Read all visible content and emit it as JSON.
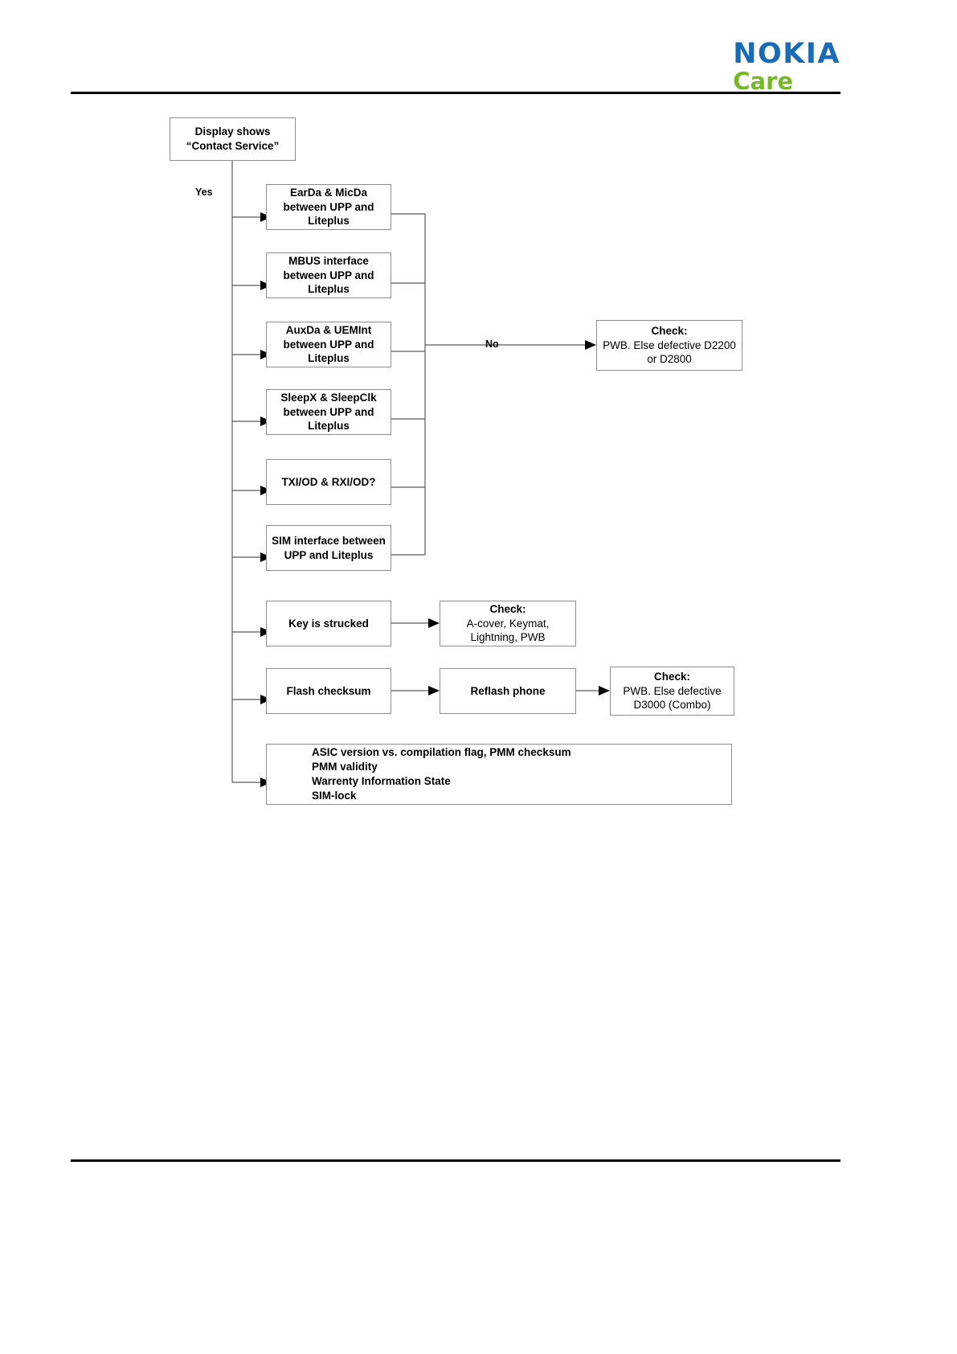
{
  "header": {
    "brand_primary": "NOKIA",
    "brand_secondary": "Care",
    "brand_primary_color": "#1a6bb5",
    "brand_secondary_color": "#76b82a"
  },
  "diagram": {
    "title": "Contact Service troubleshooting flow",
    "edge_labels": {
      "yes": "Yes",
      "no": "No"
    },
    "nodes": {
      "start": {
        "line1": "Display shows",
        "line2": "“Contact Service”"
      },
      "earda": {
        "line1": "EarDa & MicDa",
        "line2": "between",
        "line3": "UPP and Liteplus"
      },
      "mbus": {
        "line1": "MBUS interface",
        "line2": "between",
        "line3": "UPP and Liteplus"
      },
      "auxda": {
        "line1": "AuxDa & UEMInt",
        "line2": "between",
        "line3": "UPP and Liteplus"
      },
      "sleepx": {
        "line1": "SleepX & SleepClk",
        "line2": "between UPP and",
        "line3": "Liteplus"
      },
      "txi": {
        "line1": "TXI/OD & RXI/OD?"
      },
      "sim": {
        "line1": "SIM interface",
        "line2": "between",
        "line3": "UPP and Liteplus"
      },
      "check_d2200": {
        "title": "Check:",
        "line1": "PWB. Else defective D2200",
        "line2": "or D2800"
      },
      "key_strucked": {
        "line1": "Key is strucked"
      },
      "check_acover": {
        "title": "Check:",
        "line1": "A-cover, Keymat,",
        "line2": "Lightning, PWB"
      },
      "flash_checksum": {
        "line1": "Flash checksum"
      },
      "reflash": {
        "line1": "Reflash phone"
      },
      "check_d3000": {
        "title": "Check:",
        "line1": "PWB. Else defective",
        "line2": "D3000 (Combo)"
      },
      "asic_list": {
        "line1": "ASIC version vs. compilation flag, PMM checksum",
        "line2": "PMM validity",
        "line3": "Warrenty Information State",
        "line4": "SIM-lock"
      }
    }
  }
}
